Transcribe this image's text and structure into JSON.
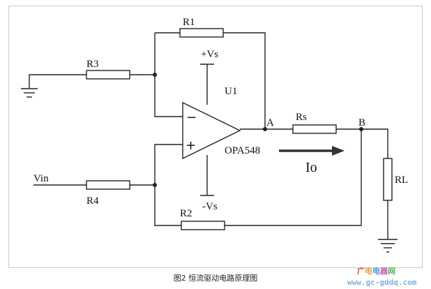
{
  "circuit": {
    "labels": {
      "r1": "R1",
      "r2": "R2",
      "r3": "R3",
      "r4": "R4",
      "rs": "Rs",
      "rl": "RL",
      "u1": "U1",
      "opamp": "OPA548",
      "vplus": "+Vs",
      "vminus": "-Vs",
      "vin": "Vin",
      "node_a": "A",
      "node_b": "B",
      "io": "Io",
      "inv": "−",
      "noninv": "+"
    }
  },
  "caption": "图2  恒流驱动电路原理图",
  "watermark": {
    "line1": [
      "广",
      "电",
      "电",
      "器",
      "网"
    ],
    "line1_colors": [
      "#e23b3b",
      "#e8a33a",
      "#3aa0d8",
      "#d04fb0",
      "#4db84d"
    ],
    "line2": "www.gc-gddq.com"
  }
}
